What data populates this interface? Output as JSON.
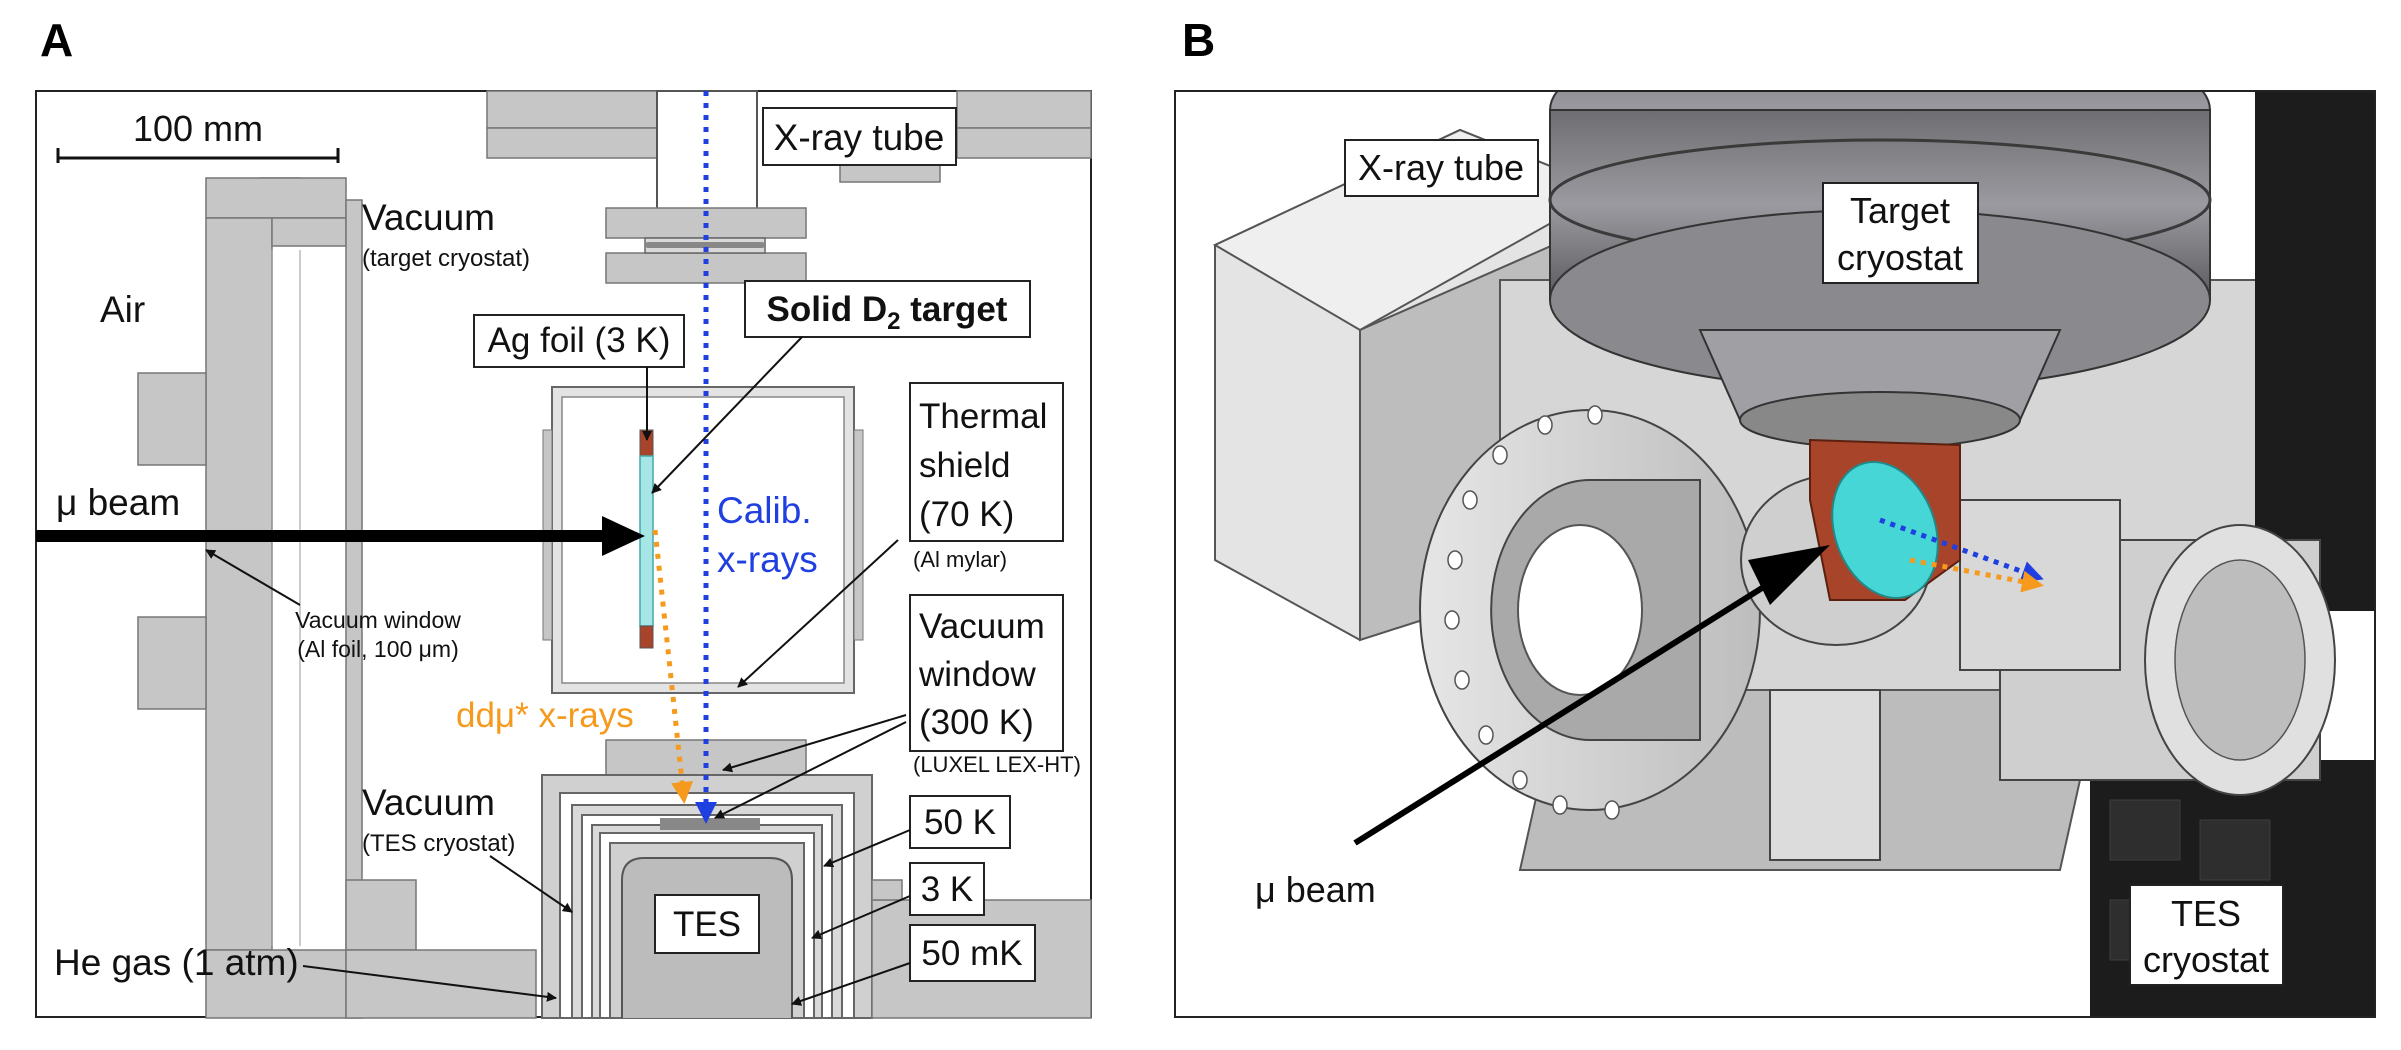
{
  "panels": {
    "a_letter": "A",
    "b_letter": "B"
  },
  "panel_a": {
    "scale_bar": "100 mm",
    "xray_tube": "X-ray tube",
    "vacuum_target": "Vacuum",
    "vacuum_target_sub": "(target cryostat)",
    "air": "Air",
    "ag_foil": "Ag foil (3 K)",
    "solid_target_pre": "Solid D",
    "solid_target_sub": "2",
    "solid_target_post": " target",
    "thermal_shield_1": "Thermal",
    "thermal_shield_2": "shield",
    "thermal_shield_3": "(70 K)",
    "thermal_shield_sub": "(Al mylar)",
    "mu_beam": "μ beam",
    "calib_1": "Calib.",
    "calib_2": "x-rays",
    "vacuum_window_al_1": "Vacuum window",
    "vacuum_window_al_2": "(Al foil, 100 μm)",
    "ddmu": "ddμ* x-rays",
    "vacuum_window_1": "Vacuum",
    "vacuum_window_2": "window",
    "vacuum_window_3": "(300 K)",
    "vacuum_window_sub": "(LUXEL LEX-HT)",
    "vacuum_tes": "Vacuum",
    "vacuum_tes_sub": "(TES cryostat)",
    "k50": "50 K",
    "k3": "3 K",
    "mk50": "50 mK",
    "tes": "TES",
    "he_gas": "He gas (1 atm)"
  },
  "panel_b": {
    "xray_tube": "X-ray tube",
    "target_cryostat_1": "Target",
    "target_cryostat_2": "cryostat",
    "mu_beam": "μ beam",
    "tes_cryostat_1": "TES",
    "tes_cryostat_2": "cryostat"
  },
  "colors": {
    "calibration_blue": "#1f3fe0",
    "ddmu_orange": "#f59a1d",
    "copper": "#a8442a",
    "target_cyan": "#47d6d6",
    "steel_gray": "#c9c9c9"
  }
}
